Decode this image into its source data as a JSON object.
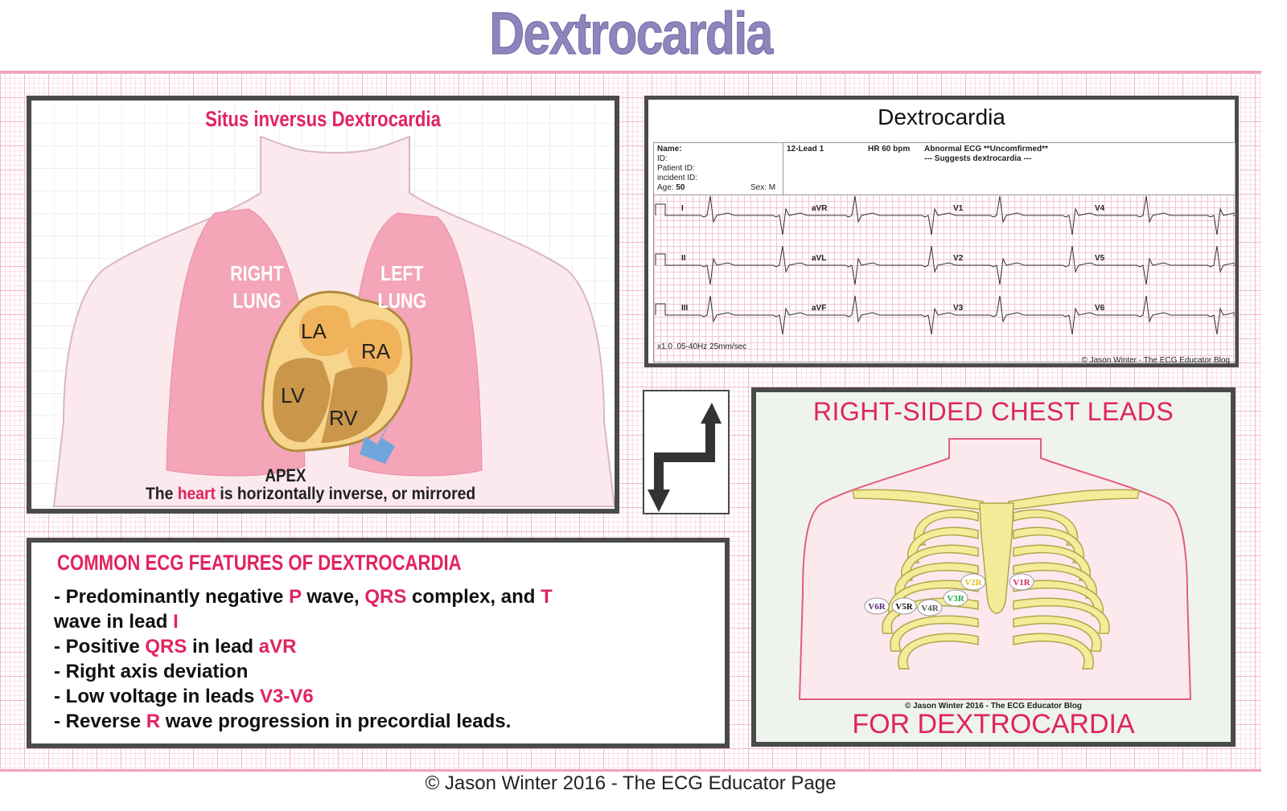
{
  "title": "Dextrocardia",
  "heart_panel": {
    "title": "Situs inversus Dextrocardia",
    "right_lung": [
      "RIGHT",
      "LUNG"
    ],
    "left_lung": [
      "LEFT",
      "LUNG"
    ],
    "chambers": {
      "la": "LA",
      "ra": "RA",
      "lv": "LV",
      "rv": "RV"
    },
    "apex": "APEX",
    "caption_pre": "The ",
    "caption_highlight": "heart",
    "caption_post": " is horizontally inverse, or mirrored"
  },
  "ecg_panel": {
    "title": "Dextrocardia",
    "name_label": "Name:",
    "id_label": "ID:",
    "patient_id_label": "Patient ID:",
    "incident_id_label": "incident ID:",
    "age_label": "Age:",
    "age_value": "50",
    "sex_label": "Sex: M",
    "lead_info": "12-Lead 1",
    "hr": "HR  60 bpm",
    "interpretation_1": "Abnormal ECG **Uncomfirmed**",
    "interpretation_2": "--- Suggests dextrocardia ---",
    "leads_row1": [
      "I",
      "aVR",
      "V1",
      "V4"
    ],
    "leads_row2": [
      "II",
      "aVL",
      "V2",
      "V5"
    ],
    "leads_row3": [
      "III",
      "aVF",
      "V3",
      "V6"
    ],
    "calibration": "x1.0   .05-40Hz 25mm/sec",
    "credit": "© Jason Winter  - The ECG Educator Blog"
  },
  "features_panel": {
    "title": "COMMON ECG FEATURES OF DEXTROCARDIA",
    "f1_a": "- Predominantly negative ",
    "f1_p": "P",
    "f1_b": " wave, ",
    "f1_qrs": "QRS",
    "f1_c": " complex, and ",
    "f1_t": "T",
    "f1_d": "  wave in lead ",
    "f1_i": "I",
    "f2_a": "- Positive ",
    "f2_qrs": "QRS",
    "f2_b": " in lead ",
    "f2_avr": "aVR",
    "f3": "- Right axis deviation",
    "f4_a": "- Low voltage in leads ",
    "f4_v": "V3-V6",
    "f5_a": "- Reverse ",
    "f5_r": "R",
    "f5_b": " wave progression in precordial leads."
  },
  "chest_panel": {
    "title": "RIGHT-SIDED CHEST LEADS",
    "footer": "FOR DEXTROCARDIA",
    "credit": "© Jason Winter 2016 - The ECG Educator Blog",
    "electrodes": [
      "V1R",
      "V2R",
      "V3R",
      "V4R",
      "V5R",
      "V6R"
    ]
  },
  "footer": "© Jason Winter 2016 - The ECG Educator Page",
  "colors": {
    "title": "#8c86bd",
    "accent": "#e0245e",
    "grid": "#f2b9c8",
    "panel_border": "#4a4a4a"
  }
}
